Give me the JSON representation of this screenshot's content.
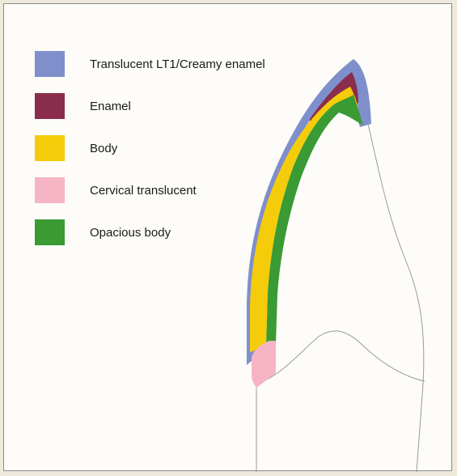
{
  "legend": [
    {
      "label": "Translucent LT1/Creamy enamel",
      "color": "#7f8fcc",
      "icon": "translucent-swatch"
    },
    {
      "label": "Enamel",
      "color": "#8a2d4c",
      "icon": "enamel-swatch"
    },
    {
      "label": "Body",
      "color": "#f5cc0a",
      "icon": "body-swatch"
    },
    {
      "label": "Cervical translucent",
      "color": "#f6b5c4",
      "icon": "cervical-swatch"
    },
    {
      "label": "Opacious body",
      "color": "#3a9a34",
      "icon": "opacious-swatch"
    }
  ],
  "colors": {
    "background": "#fdfcf8",
    "border": "#8a8a8a",
    "outline": "#9a9a9a"
  }
}
